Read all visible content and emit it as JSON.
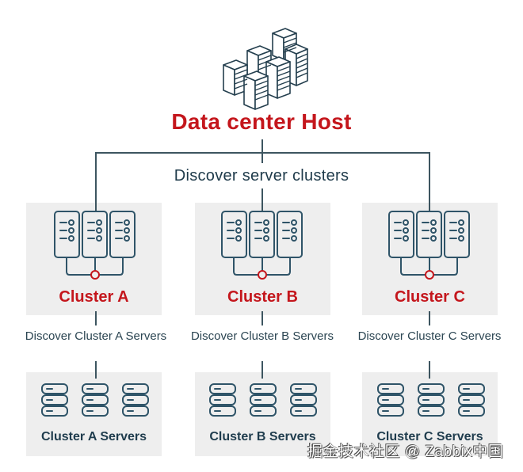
{
  "header": {
    "icon": "data-center-buildings-icon",
    "title": "Data center Host",
    "subtitle": "Discover server clusters"
  },
  "clusters": [
    {
      "name": "Cluster A",
      "discover_label": "Discover Cluster A Servers",
      "servers_label": "Cluster A Servers",
      "icon": "server-rack-cluster-icon",
      "servers_icon": "server-stack-icon"
    },
    {
      "name": "Cluster B",
      "discover_label": "Discover Cluster B Servers",
      "servers_label": "Cluster B Servers",
      "icon": "server-rack-cluster-icon",
      "servers_icon": "server-stack-icon"
    },
    {
      "name": "Cluster C",
      "discover_label": "Discover Cluster C Servers",
      "servers_label": "Cluster C Servers",
      "icon": "server-rack-cluster-icon",
      "servers_icon": "server-stack-icon"
    }
  ],
  "colors": {
    "accent_red": "#c4161c",
    "line_dark": "#3d5560",
    "text_dark": "#1e3a4a",
    "icon_stroke": "#2f5468",
    "panel_bg": "#eeeeee"
  },
  "watermark": "掘金技术社区 @ Zabbix中国"
}
